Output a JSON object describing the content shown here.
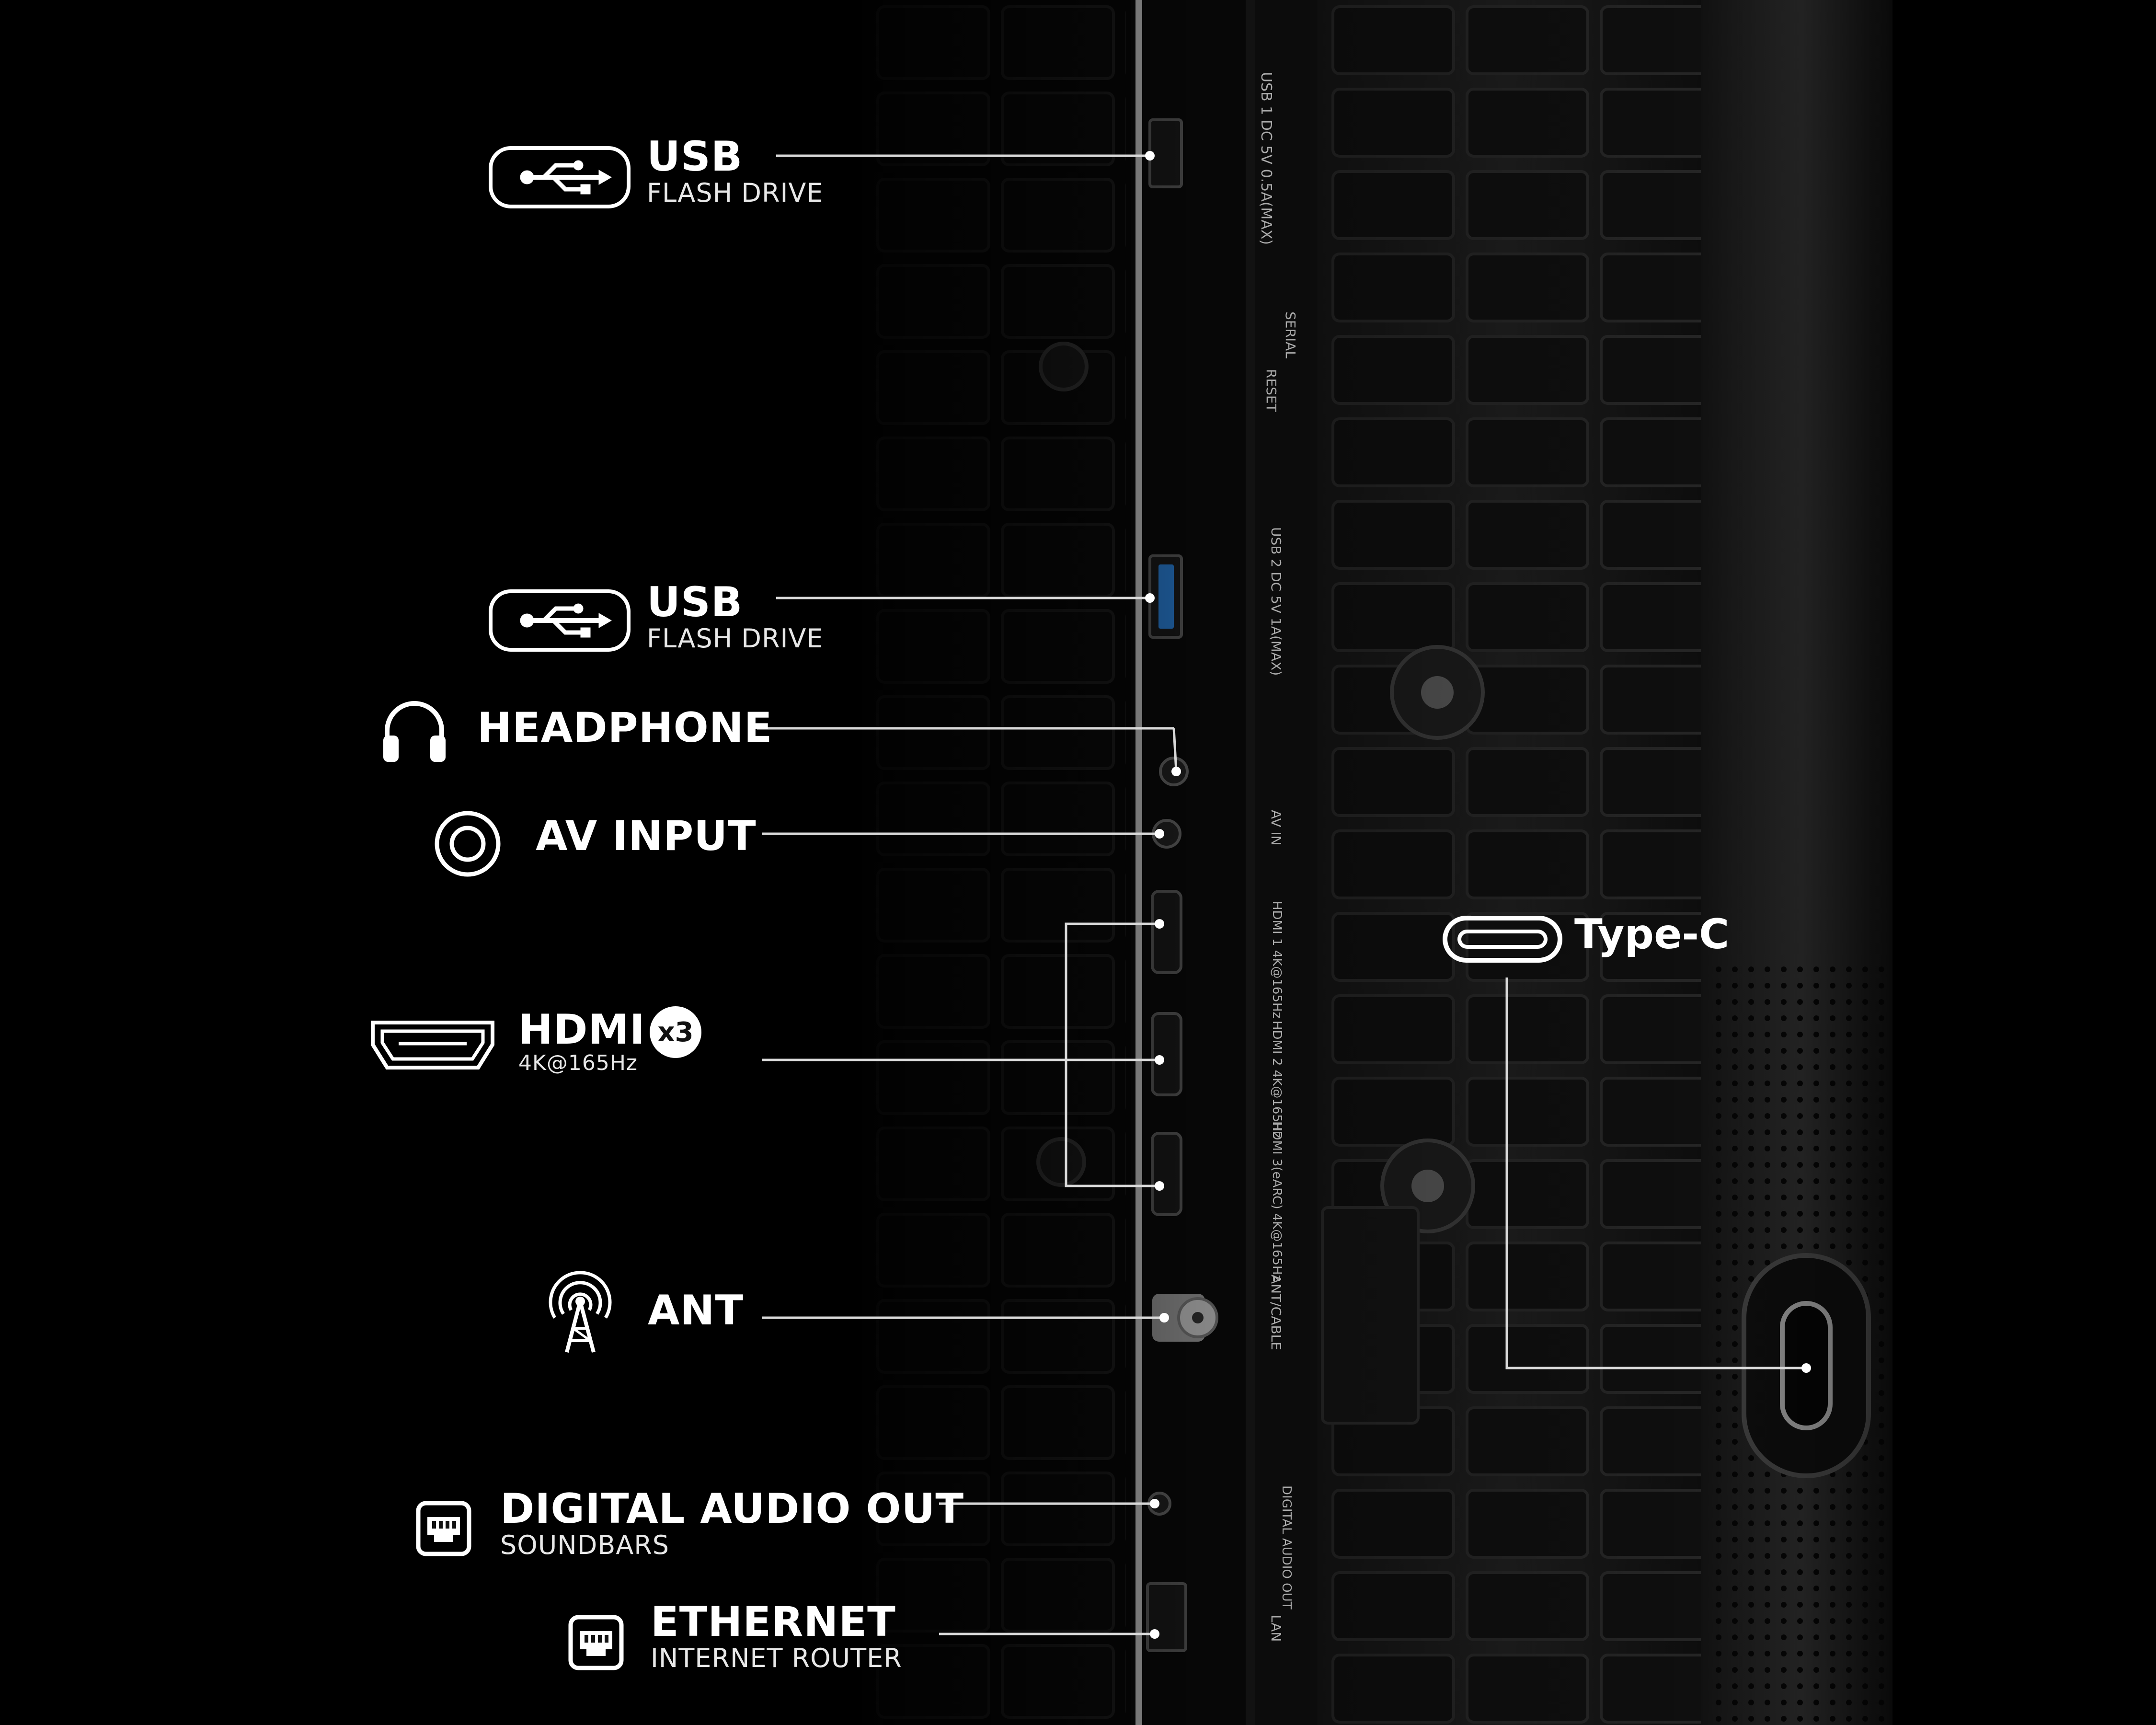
{
  "labels": {
    "usb1": {
      "title": "USB",
      "subtitle": "FLASH DRIVE",
      "icon": "usb-icon"
    },
    "usb2": {
      "title": "USB",
      "subtitle": "FLASH DRIVE",
      "icon": "usb-icon"
    },
    "headphone": {
      "title": "HEADPHONE",
      "icon": "headphone-icon"
    },
    "av_input": {
      "title": "AV INPUT",
      "icon": "av-input-icon"
    },
    "hdmi": {
      "title": "HDMI",
      "subtitle": "4K@165Hz",
      "badge": "x3",
      "icon": "hdmi-icon"
    },
    "ant": {
      "title": "ANT",
      "icon": "antenna-icon"
    },
    "digital_audio": {
      "title": "DIGITAL AUDIO OUT",
      "subtitle": "SOUNDBARS",
      "icon": "optical-port-icon"
    },
    "ethernet": {
      "title": "ETHERNET",
      "subtitle": "INTERNET ROUTER",
      "icon": "ethernet-icon"
    },
    "typec": {
      "title": "Type-C",
      "icon": "type-c-icon"
    }
  },
  "panel_labels": {
    "usb1": "USB 1",
    "usb1_power": "DC 5V 0.5A(MAX)",
    "serial": "SERIAL",
    "reset": "RESET",
    "usb2": "USB 2",
    "usb2_power": "DC 5V 1A(MAX)",
    "av_in": "AV IN",
    "hdmi1": "HDMI 1",
    "hdmi1_spec": "4K@165Hz",
    "hdmi2": "HDMI 2",
    "hdmi2_spec": "4K@165Hz",
    "hdmi3": "HDMI 3(eARC)",
    "hdmi3_spec": "4K@165Hz",
    "ant_cable": "ANT/CABLE",
    "digital_audio": "DIGITAL",
    "digital_audio_2": "AUDIO OUT",
    "lan": "LAN"
  },
  "colors": {
    "background": "#000000",
    "line": "#d9d9d9",
    "usb3_port": "#2a7fd6"
  }
}
